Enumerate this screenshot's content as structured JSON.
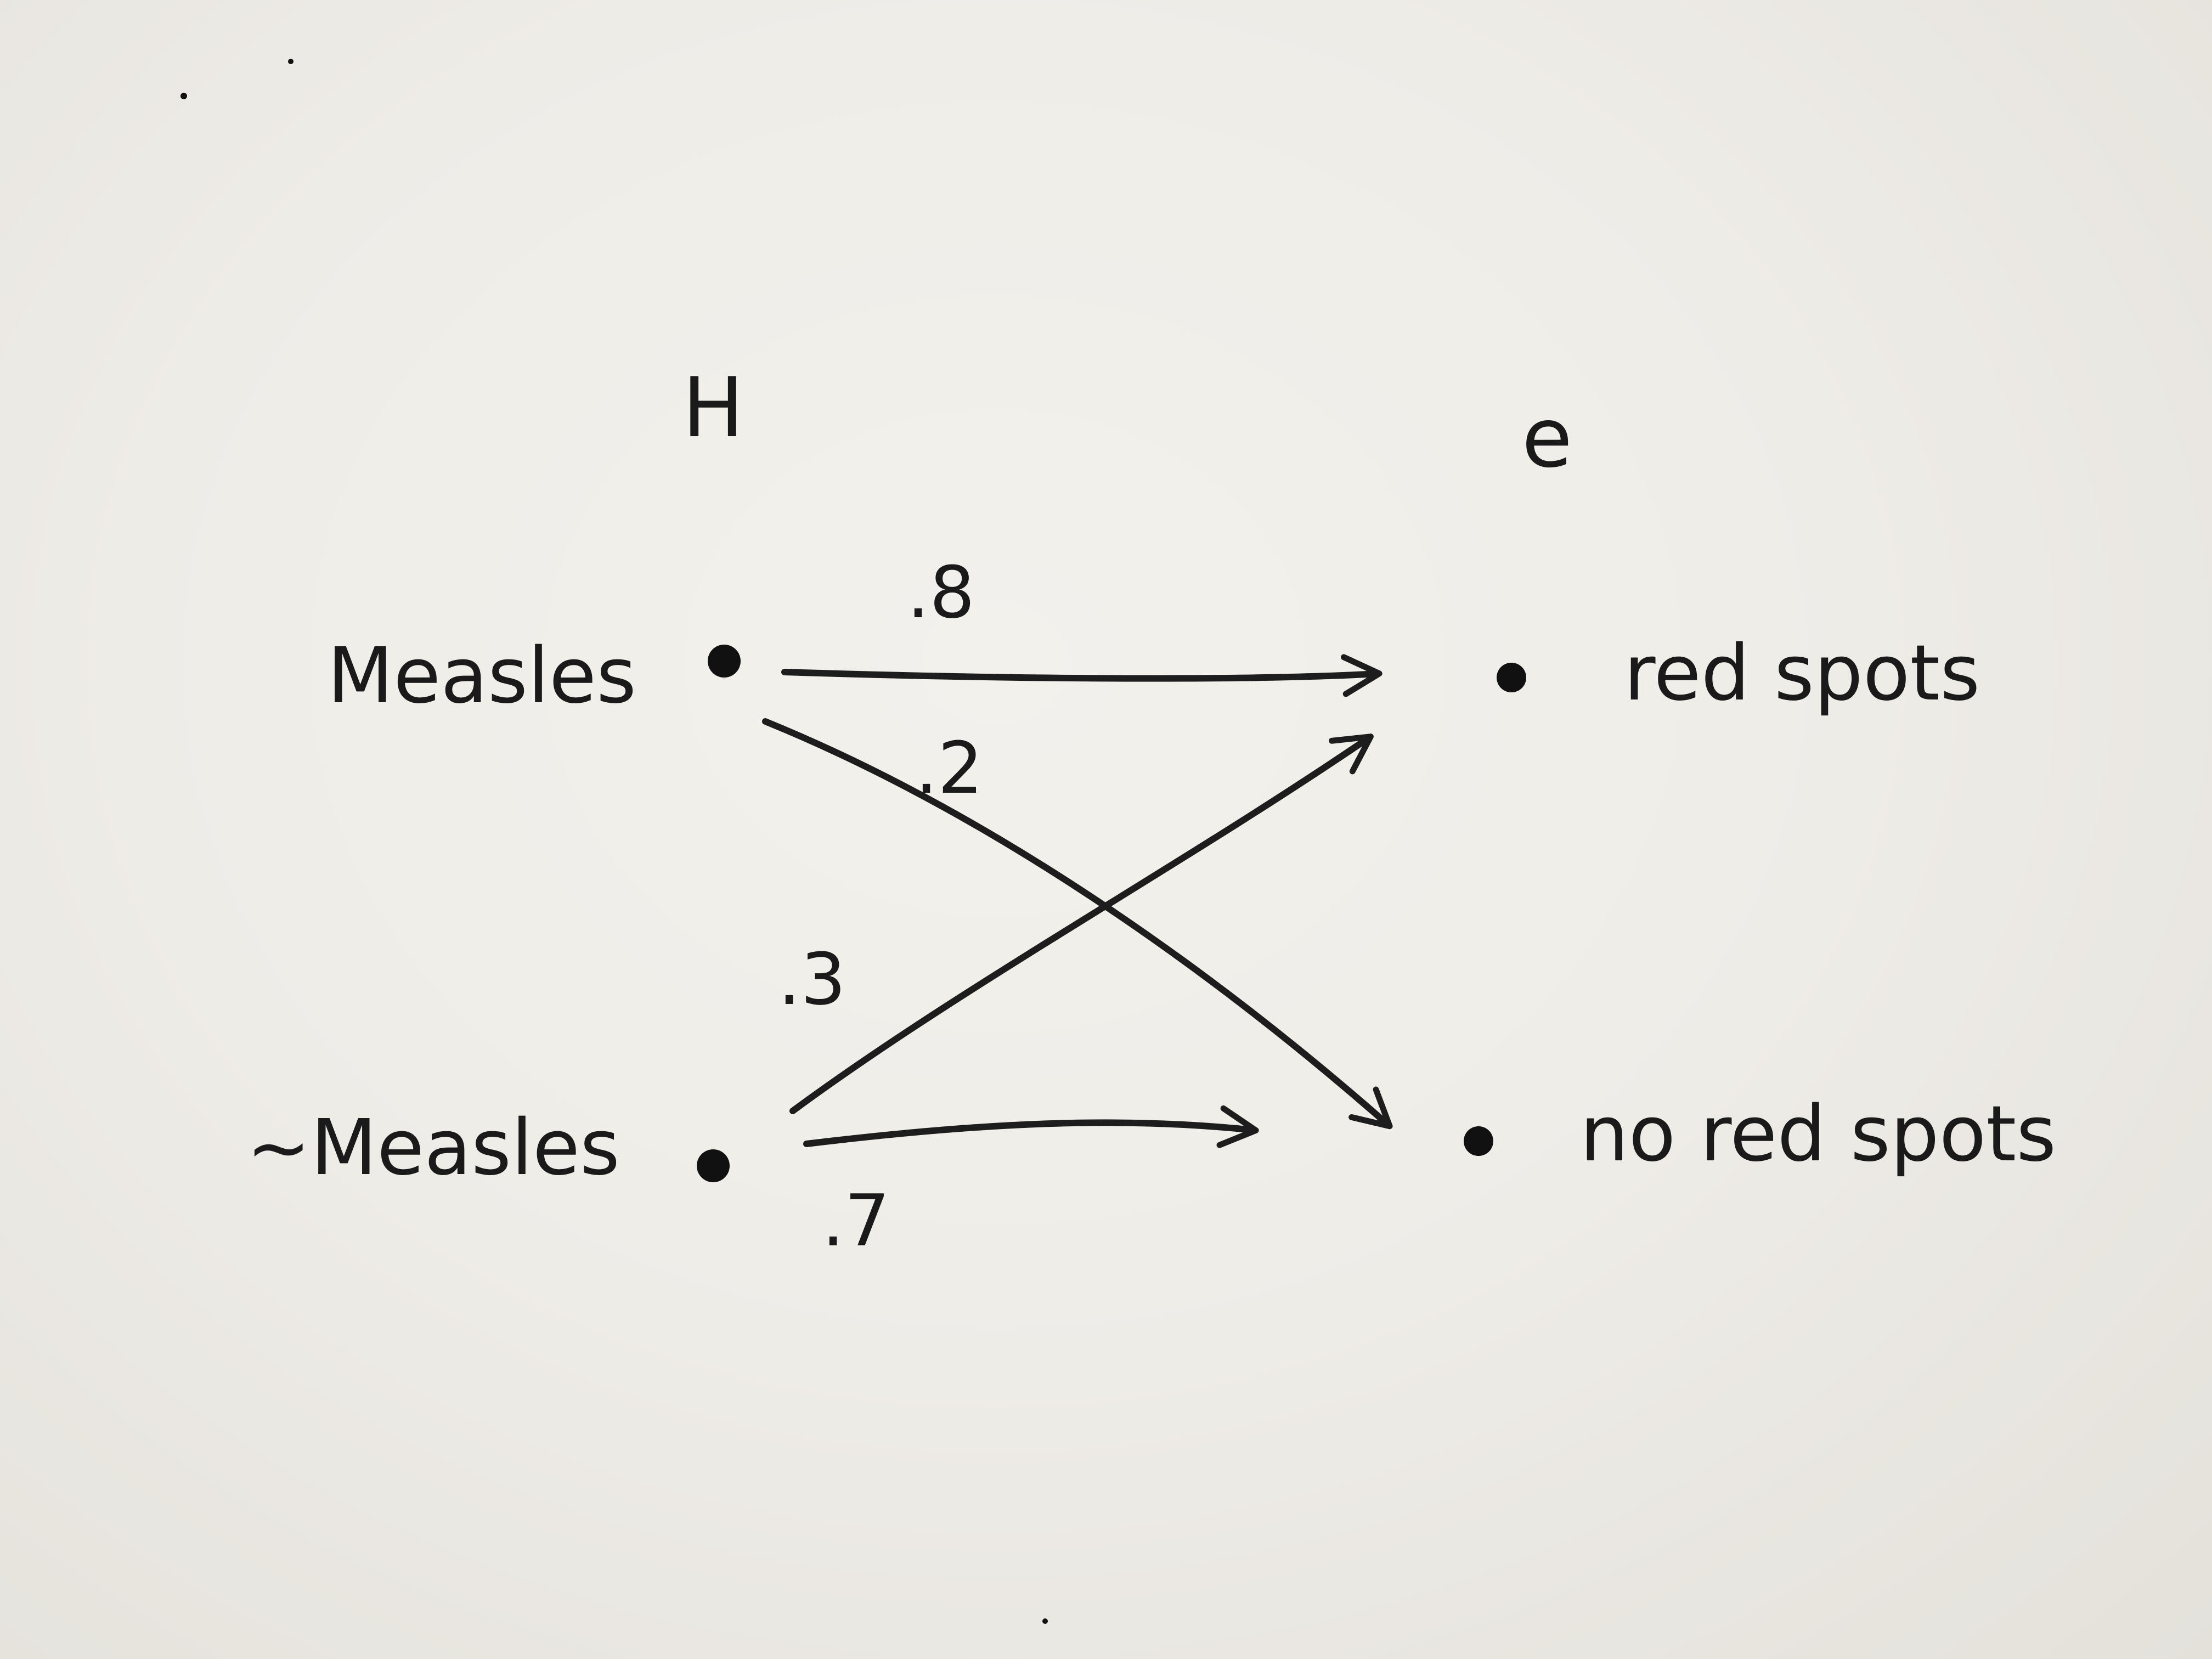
{
  "columns": {
    "hypothesis": "H",
    "evidence": "e"
  },
  "nodes": {
    "measles": "Measles",
    "not_measles": "~Measles",
    "red_spots": "red spots",
    "no_red_spots": "no red spots"
  },
  "edges": [
    {
      "from": "Measles",
      "to": "red spots",
      "label": ".8"
    },
    {
      "from": "Measles",
      "to": "no red spots",
      "label": ".2"
    },
    {
      "from": "~Measles",
      "to": "red spots",
      "label": ".3"
    },
    {
      "from": "~Measles",
      "to": "no red spots",
      "label": ".7"
    }
  ]
}
